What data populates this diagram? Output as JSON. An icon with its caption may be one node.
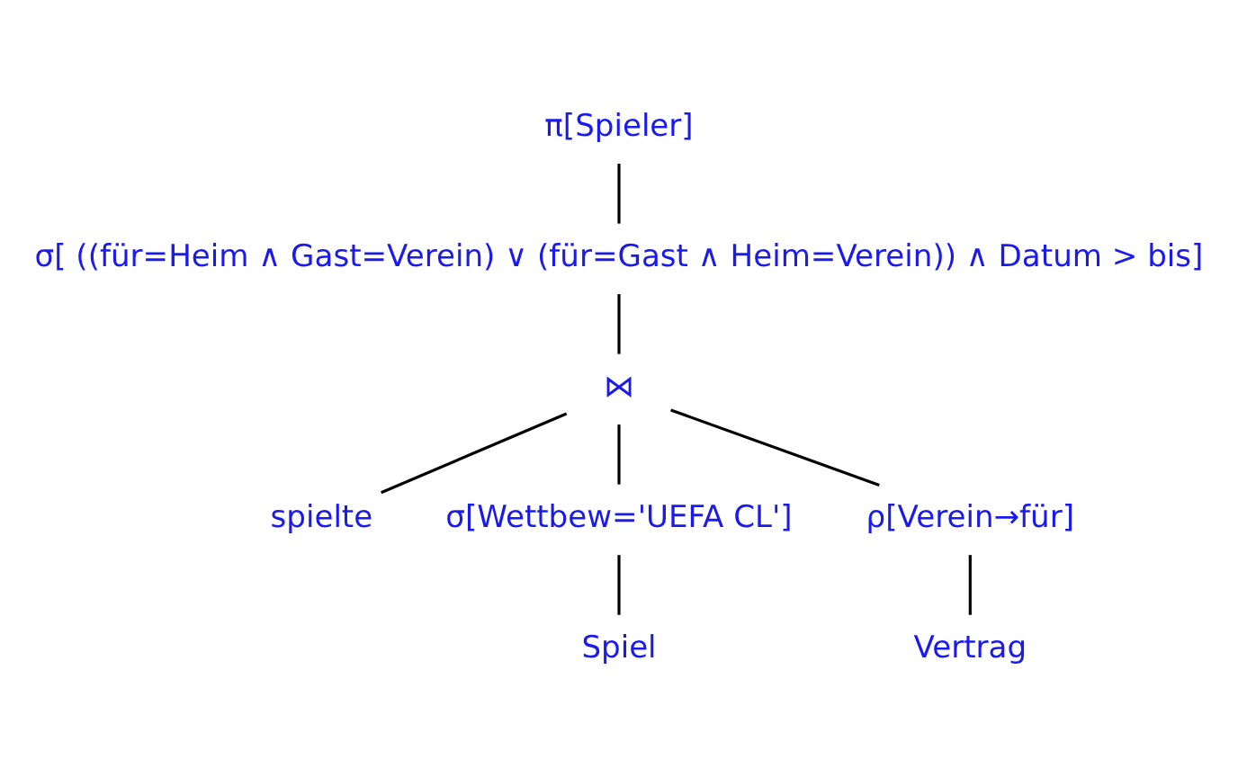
{
  "diagram": {
    "nodes": [
      {
        "text": [
          "π[Spieler]"
        ]
      },
      {
        "text": [
          "σ[ ((für=Heim ∧ Gast=Verein) ∨ (für=Gast ∧ Heim=Verein)) ∧ Datum > bis]"
        ]
      },
      {
        "text": [
          "⋈"
        ]
      },
      {
        "text": [
          "spielte"
        ]
      },
      {
        "text": [
          "σ[Wettbew='UEFA CL']"
        ]
      },
      {
        "text": [
          "ρ[Verein→für]"
        ]
      },
      {
        "text": [
          "Spiel"
        ]
      },
      {
        "text": [
          "Vertrag"
        ]
      }
    ],
    "edges": [
      {
        "from": 0,
        "to": 1,
        "arrow": "none"
      },
      {
        "from": 1,
        "to": 2,
        "arrow": "none"
      },
      {
        "from": 2,
        "to": 3,
        "arrow": "none"
      },
      {
        "from": 2,
        "to": 4,
        "arrow": "none"
      },
      {
        "from": 2,
        "to": 5,
        "arrow": "none"
      },
      {
        "from": 4,
        "to": 6,
        "arrow": "none"
      },
      {
        "from": 5,
        "to": 7,
        "arrow": "none"
      }
    ]
  }
}
